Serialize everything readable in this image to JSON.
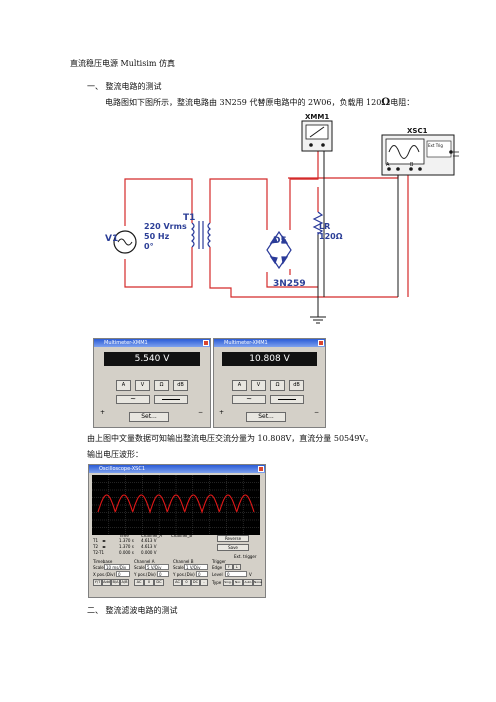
{
  "doc": {
    "title": "直流稳压电源 Multisim 仿真",
    "section1": "一、  整流电路的测试",
    "para1": "电路图如下图所示，整流电路由 3N259 代替原电路中的 2W06，负载用 120",
    "para1_unit": "Ω",
    "para1_end": "电阻：",
    "para2": "由上图中文量数据可知输出整流电压交流分量为 10.808V，直流分量 50549V。",
    "para3": "输出电压波形：",
    "section2": "二、    整流滤波电路的测试"
  },
  "circuit": {
    "source_name": "V1",
    "source_voltage": "220 Vrms",
    "source_freq": "50 Hz",
    "source_phase": "0°",
    "transformer": "T1",
    "diode_label": "D5",
    "bridge_part": "3N259",
    "resistor_label": "LR",
    "resistor_value": "120Ω",
    "multimeter_label": "XMM1",
    "scope_label": "XSC1",
    "scope_ext": "Ext Trig",
    "scope_pin_a": "A",
    "scope_pin_b": "B",
    "colors": {
      "wire_red": "#d42a2a",
      "wire_black": "#1a1a1a",
      "component": "#2a3a9a",
      "label_blue": "#2c3f97"
    }
  },
  "multimeter1": {
    "title": "Multimeter-XMM1",
    "reading": "5.540 V",
    "buttons": [
      "A",
      "V",
      "Ω",
      "dB"
    ],
    "set_label": "Set...",
    "plus": "+",
    "minus": "−"
  },
  "multimeter2": {
    "title": "Multimeter-XMM1",
    "reading": "10.808 V",
    "buttons": [
      "A",
      "V",
      "Ω",
      "dB"
    ],
    "set_label": "Set...",
    "plus": "+",
    "minus": "−"
  },
  "oscilloscope": {
    "title": "Oscilloscope-XSC1",
    "trace_color": "#e01818",
    "table": {
      "headers": [
        "",
        "Time",
        "Channel_A",
        "Channel_B"
      ],
      "rows": [
        [
          "T1",
          "1.370 s",
          "4.613 V",
          ""
        ],
        [
          "T2",
          "1.370 s",
          "4.613 V",
          ""
        ],
        [
          "T2-T1",
          "0.000 s",
          "0.000 V",
          ""
        ]
      ]
    },
    "reverse_label": "Reverse",
    "save_label": "Save",
    "ext_trigger": "Ext. trigger",
    "timebase": {
      "title": "Timebase",
      "scale_label": "Scale",
      "scale": "10 ms/Div",
      "xpos_label": "X pos.(Div)",
      "xpos": "0",
      "modes": [
        "Y/T",
        "Add",
        "B/A",
        "A/B"
      ]
    },
    "channel_a": {
      "title": "Channel A",
      "scale_label": "Scale",
      "scale": "5 V/Div",
      "ypos_label": "Y pos.(Div)",
      "ypos": "0",
      "modes": [
        "AC",
        "0",
        "DC"
      ]
    },
    "channel_b": {
      "title": "Channel B",
      "scale_label": "Scale",
      "scale": "1 V/Div",
      "ypos_label": "Y pos.(Div)",
      "ypos": "0",
      "modes": [
        "AC",
        "0",
        "DC",
        "-"
      ]
    },
    "trigger": {
      "title": "Trigger",
      "edge_label": "Edge",
      "level_label": "Level",
      "level": "0",
      "level_unit": "V",
      "type_label": "Type",
      "modes": [
        "Sing.",
        "Nor.",
        "Auto",
        "None"
      ]
    }
  }
}
